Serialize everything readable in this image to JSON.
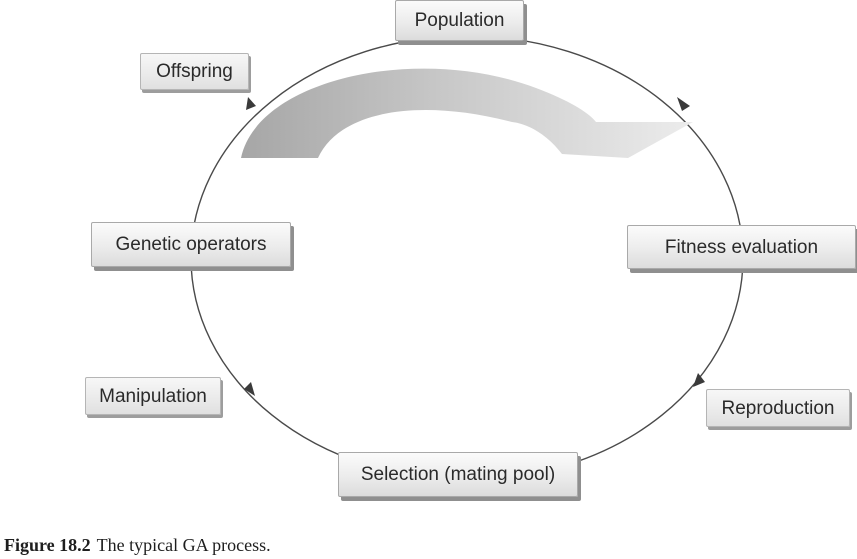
{
  "nodes": {
    "population": "Population",
    "fitness_evaluation": "Fitness evaluation",
    "reproduction": "Reproduction",
    "selection": "Selection (mating pool)",
    "manipulation": "Manipulation",
    "genetic_operators": "Genetic operators",
    "offspring": "Offspring"
  },
  "caption": {
    "number": "Figure 18.2",
    "text": "The typical GA process."
  }
}
